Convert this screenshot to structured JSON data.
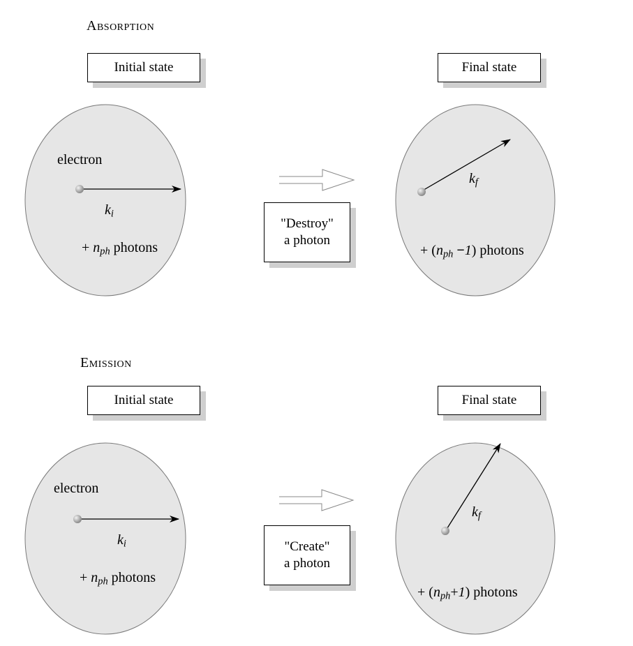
{
  "absorption": {
    "title": "Absorption",
    "initial_box": "Initial state",
    "final_box": "Final state",
    "electron_label": "electron",
    "initial_wavevector": {
      "symbol": "k",
      "subscript": "i"
    },
    "final_wavevector": {
      "symbol": "k",
      "subscript": "f"
    },
    "initial_photons": {
      "prefix": "+ ",
      "symbol": "n",
      "subscript": "ph",
      "suffix": " photons"
    },
    "final_photons": {
      "prefix": "+ (",
      "symbol": "n",
      "subscript": "ph",
      "operator": " −",
      "number": "1",
      "suffix": ") photons"
    },
    "process_line1": "\"Destroy\"",
    "process_line2": "a photon"
  },
  "emission": {
    "title": "Emission",
    "initial_box": "Initial state",
    "final_box": "Final state",
    "electron_label": "electron",
    "initial_wavevector": {
      "symbol": "k",
      "subscript": "i"
    },
    "final_wavevector": {
      "symbol": "k",
      "subscript": "f"
    },
    "initial_photons": {
      "prefix": "+ ",
      "symbol": "n",
      "subscript": "ph",
      "suffix": " photons"
    },
    "final_photons": {
      "prefix": "+ (",
      "symbol": "n",
      "subscript": "ph",
      "operator": "+",
      "number": "1",
      "suffix": ") photons"
    },
    "process_line1": "\"Create\"",
    "process_line2": "a photon"
  },
  "colors": {
    "circle_fill": "#e6e6e6",
    "circle_stroke": "#7a7a7a",
    "box_shadow": "#cfcfcf",
    "electron": "#9c9c9c"
  }
}
